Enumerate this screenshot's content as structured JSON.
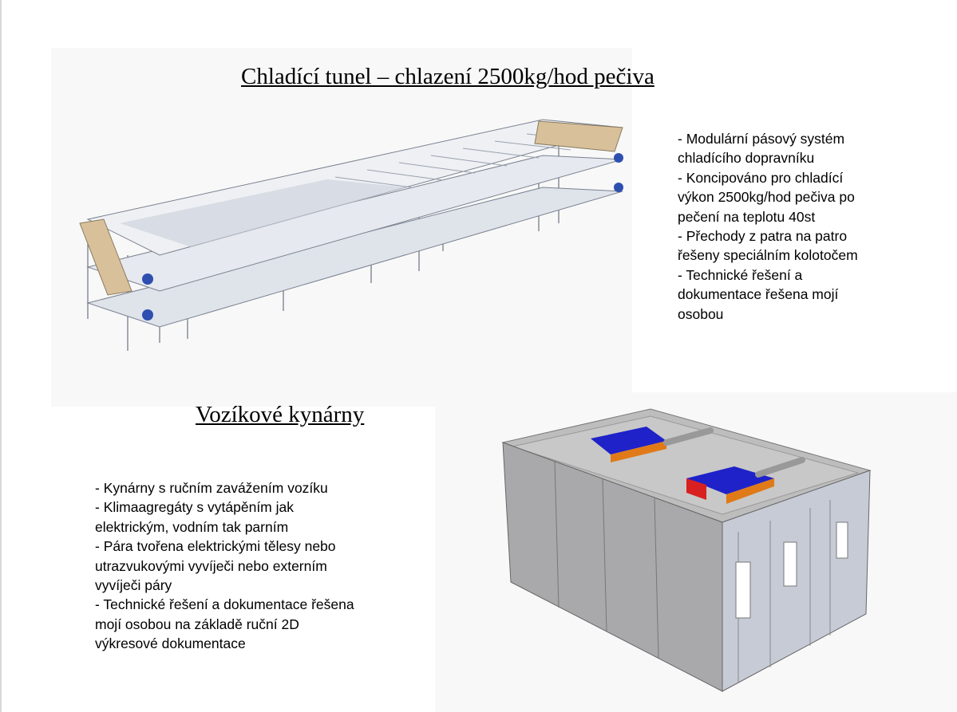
{
  "section1": {
    "title": "Chladící tunel – chlazení 2500kg/hod pečiva",
    "lines": [
      "- Modulární pásový systém",
      "chladícího dopravníku",
      "- Koncipováno pro chladící",
      "výkon 2500kg/hod pečiva po",
      "pečení na teplotu 40st",
      "- Přechody z patra na patro",
      "řešeny speciálním kolotočem",
      "- Technické řešení a",
      "dokumentace řešena mojí",
      "osobou"
    ]
  },
  "section2": {
    "title": "Vozíkové kynárny",
    "lines": [
      "- Kynárny s ručním zavážením vozíku",
      "- Klimaagregáty s vytápěním jak",
      "elektrickým, vodním tak parním",
      "- Pára tvořena elektrickými tělesy nebo",
      "utrazvukovými vyvíječi nebo externím",
      "vyvíječi páry",
      "- Technické řešení a dokumentace řešena",
      "mojí osobou na základě ruční 2D",
      "výkresové dokumentace"
    ]
  }
}
